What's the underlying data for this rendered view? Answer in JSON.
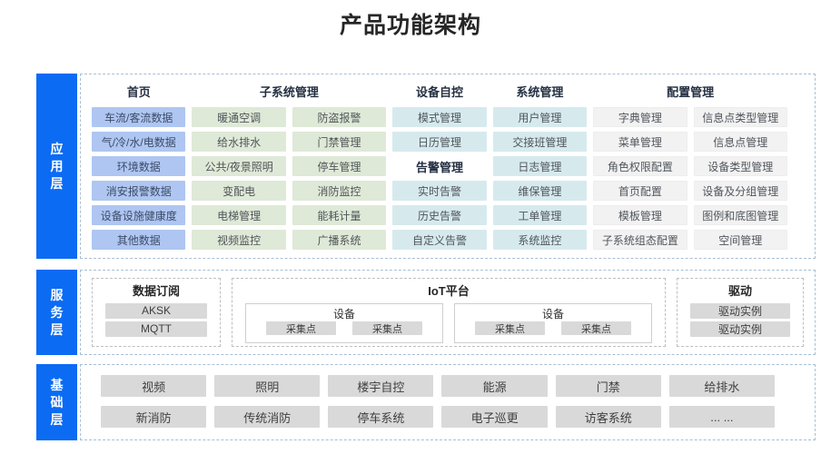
{
  "title": "产品功能架构",
  "colors": {
    "accent_blue": "#0b6bf3",
    "chip_blue": "#aec6f1",
    "chip_green": "#dfe9d7",
    "chip_cyan": "#d6eaee",
    "chip_lightgray": "#f2f2f3",
    "chip_gray": "#d9d9d9"
  },
  "application": {
    "label": "应用层",
    "headers": [
      {
        "label": "首页",
        "col": 1,
        "span": 1
      },
      {
        "label": "子系统管理",
        "col": 2,
        "span": 2
      },
      {
        "label": "设备自控",
        "col": 4,
        "span": 1
      },
      {
        "label": "系统管理",
        "col": 5,
        "span": 1
      },
      {
        "label": "配置管理",
        "col": 6,
        "span": 2
      }
    ],
    "columns": [
      {
        "style": "blue",
        "cells": [
          "车流/客流数据",
          "气/冷/水/电数据",
          "环境数据",
          "消安报警数据",
          "设备设施健康度",
          "其他数据"
        ]
      },
      {
        "style": "green",
        "cells": [
          "暖通空调",
          "给水排水",
          "公共/夜景照明",
          "变配电",
          "电梯管理",
          "视频监控"
        ]
      },
      {
        "style": "green",
        "cells": [
          "防盗报警",
          "门禁管理",
          "停车管理",
          "消防监控",
          "能耗计量",
          "广播系统"
        ]
      },
      {
        "style": "cyan",
        "cells": [
          "模式管理",
          "日历管理",
          {
            "text": "告警管理",
            "subheader": true
          },
          "实时告警",
          "历史告警",
          "自定义告警"
        ]
      },
      {
        "style": "cyan",
        "cells": [
          "用户管理",
          "交接班管理",
          "日志管理",
          "维保管理",
          "工单管理",
          "系统监控"
        ]
      },
      {
        "style": "lightgray",
        "cells": [
          "字典管理",
          "菜单管理",
          "角色权限配置",
          "首页配置",
          "模板管理",
          "子系统组态配置"
        ]
      },
      {
        "style": "lightgray",
        "cells": [
          "信息点类型管理",
          "信息点管理",
          "设备类型管理",
          "设备及分组管理",
          "图例和底图管理",
          "空间管理"
        ]
      }
    ]
  },
  "service": {
    "label": "服务层",
    "data_subscription": {
      "title": "数据订阅",
      "chips": [
        "AKSK",
        "MQTT"
      ]
    },
    "iot_platform": {
      "title": "IoT平台",
      "devices": [
        {
          "title": "设备",
          "chips": [
            "采集点",
            "采集点"
          ]
        },
        {
          "title": "设备",
          "chips": [
            "采集点",
            "采集点"
          ]
        }
      ]
    },
    "driver": {
      "title": "驱动",
      "chips": [
        "驱动实例",
        "驱动实例"
      ]
    }
  },
  "foundation": {
    "label": "基础层",
    "rows": [
      [
        "视频",
        "照明",
        "楼宇自控",
        "能源",
        "门禁",
        "给排水"
      ],
      [
        "新消防",
        "传统消防",
        "停车系统",
        "电子巡更",
        "访客系统",
        "... ..."
      ]
    ]
  }
}
